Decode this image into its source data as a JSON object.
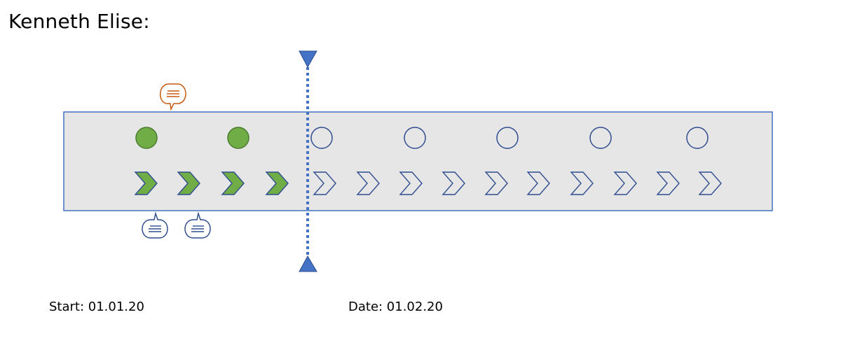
{
  "title": "Kenneth Elise:",
  "start_label": "Start: 01.01.20",
  "date_label": "Date: 01.02.20",
  "colors": {
    "band_fill": "#e7e6e6",
    "band_border": "#4472c4",
    "done_fill": "#70ad47",
    "done_stroke": "#4a7a2e",
    "pending_stroke": "#2f4d8f",
    "marker": "#4472c4",
    "comment_orange": "#c55a11",
    "comment_blue": "#2f4d8f"
  },
  "milestones": [
    {
      "status": "done"
    },
    {
      "status": "done"
    },
    {
      "status": "pending"
    },
    {
      "status": "pending"
    },
    {
      "status": "pending"
    },
    {
      "status": "pending"
    },
    {
      "status": "pending"
    }
  ],
  "steps": [
    {
      "status": "done"
    },
    {
      "status": "done"
    },
    {
      "status": "done"
    },
    {
      "status": "done"
    },
    {
      "status": "pending"
    },
    {
      "status": "pending"
    },
    {
      "status": "pending"
    },
    {
      "status": "pending"
    },
    {
      "status": "pending"
    },
    {
      "status": "pending"
    },
    {
      "status": "pending"
    },
    {
      "status": "pending"
    },
    {
      "status": "pending"
    },
    {
      "status": "pending"
    }
  ],
  "comments": [
    {
      "color": "orange",
      "anchor": "milestone",
      "index": 0
    },
    {
      "color": "blue",
      "anchor": "step",
      "index": 0
    },
    {
      "color": "blue",
      "anchor": "step",
      "index": 1
    }
  ]
}
